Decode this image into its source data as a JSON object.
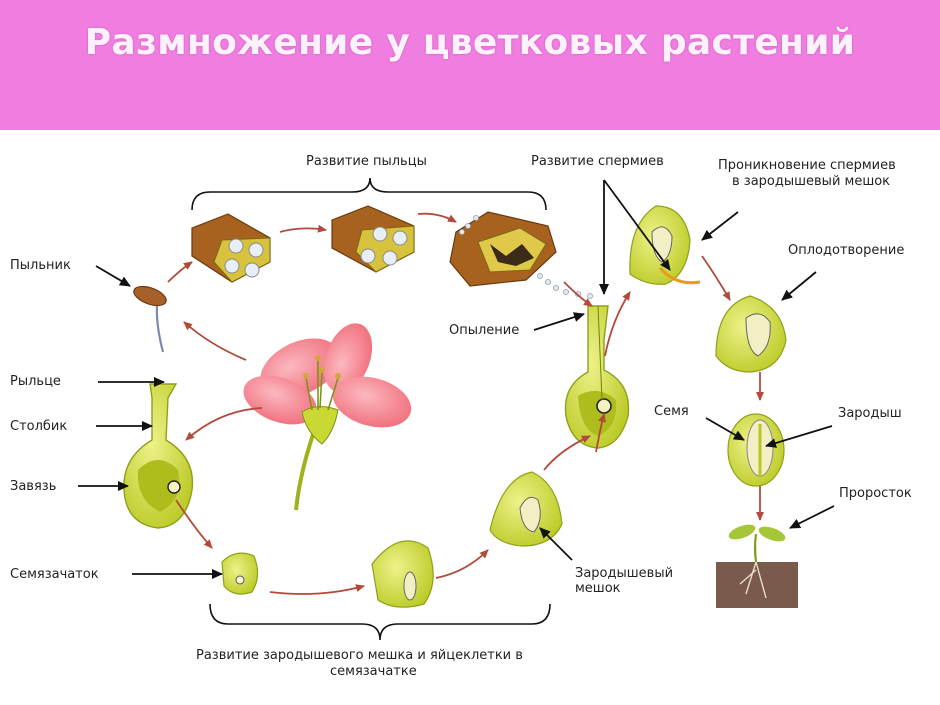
{
  "title": "Размножение у цветковых растений",
  "labels": {
    "pollen_dev": "Развитие пыльцы",
    "sperm_dev": "Развитие спермиев",
    "sperm_penetration_1": "Проникновение спермиев",
    "sperm_penetration_2": "в зародышевый мешок",
    "fertilization": "Оплодотворение",
    "anther": "Пыльник",
    "pollination": "Опыление",
    "stigma": "Рыльце",
    "style": "Столбик",
    "ovary": "Завязь",
    "seed": "Семя",
    "embryo": "Зародыш",
    "sprout": "Проросток",
    "ovule": "Семязачаток",
    "embryo_sac_1": "Зародышевый",
    "embryo_sac_2": "мешок",
    "bottom_caption_1": "Развитие зародышевого мешка и яйцеклетки в",
    "bottom_caption_2": "семязачатке"
  },
  "colors": {
    "header": "#f07ee0",
    "plant_green": "#cfdc38",
    "plant_dark": "#8ea11a",
    "cycle_arrow": "#b24a3a",
    "anther_brown": "#9a5a1c",
    "petal_pink": "#f47a86"
  }
}
